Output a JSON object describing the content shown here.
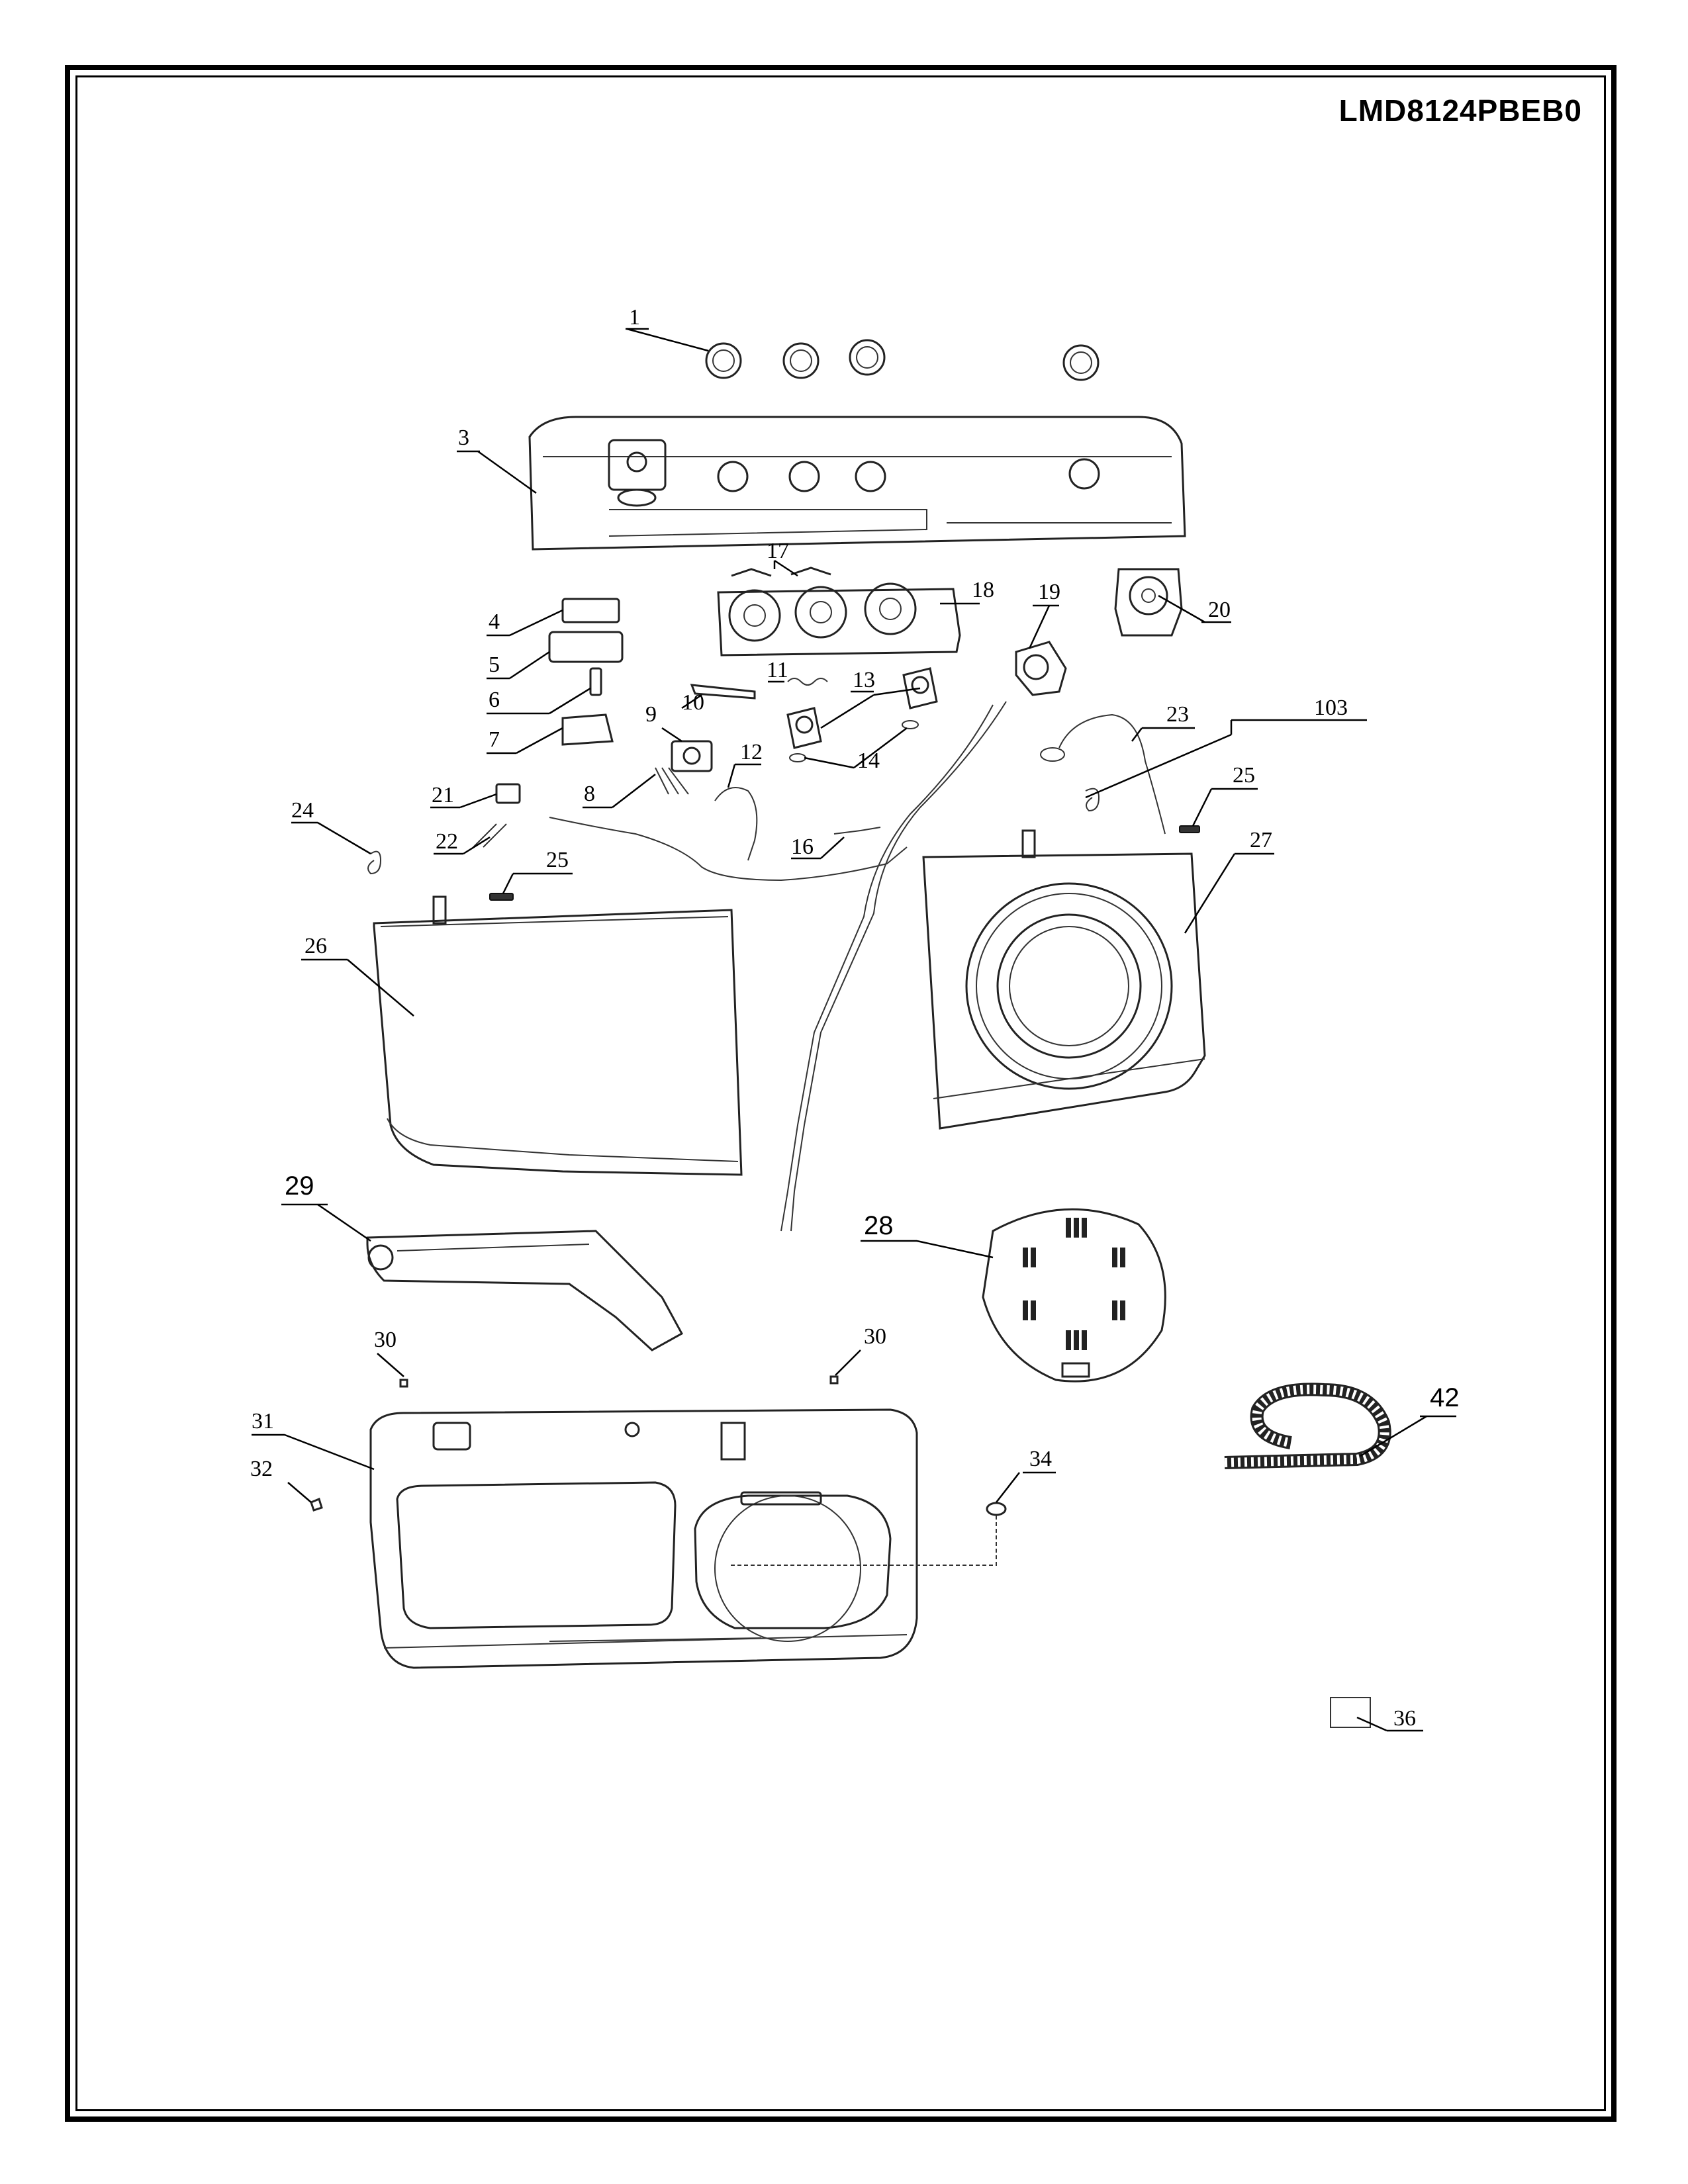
{
  "model": "LMD8124PBEB0",
  "labels": {
    "p1": "1",
    "p3": "3",
    "p4": "4",
    "p5": "5",
    "p6": "6",
    "p7": "7",
    "p8": "8",
    "p9": "9",
    "p10": "10",
    "p11": "11",
    "p12": "12",
    "p13": "13",
    "p14": "14",
    "p16": "16",
    "p17": "17",
    "p18": "18",
    "p19": "19",
    "p20": "20",
    "p21": "21",
    "p22": "22",
    "p23": "23",
    "p24": "24",
    "p25a": "25",
    "p25b": "25",
    "p26": "26",
    "p27": "27",
    "p28": "28",
    "p29": "29",
    "p30a": "30",
    "p30b": "30",
    "p31": "31",
    "p32": "32",
    "p34": "34",
    "p36": "36",
    "p42": "42",
    "p103": "103"
  }
}
